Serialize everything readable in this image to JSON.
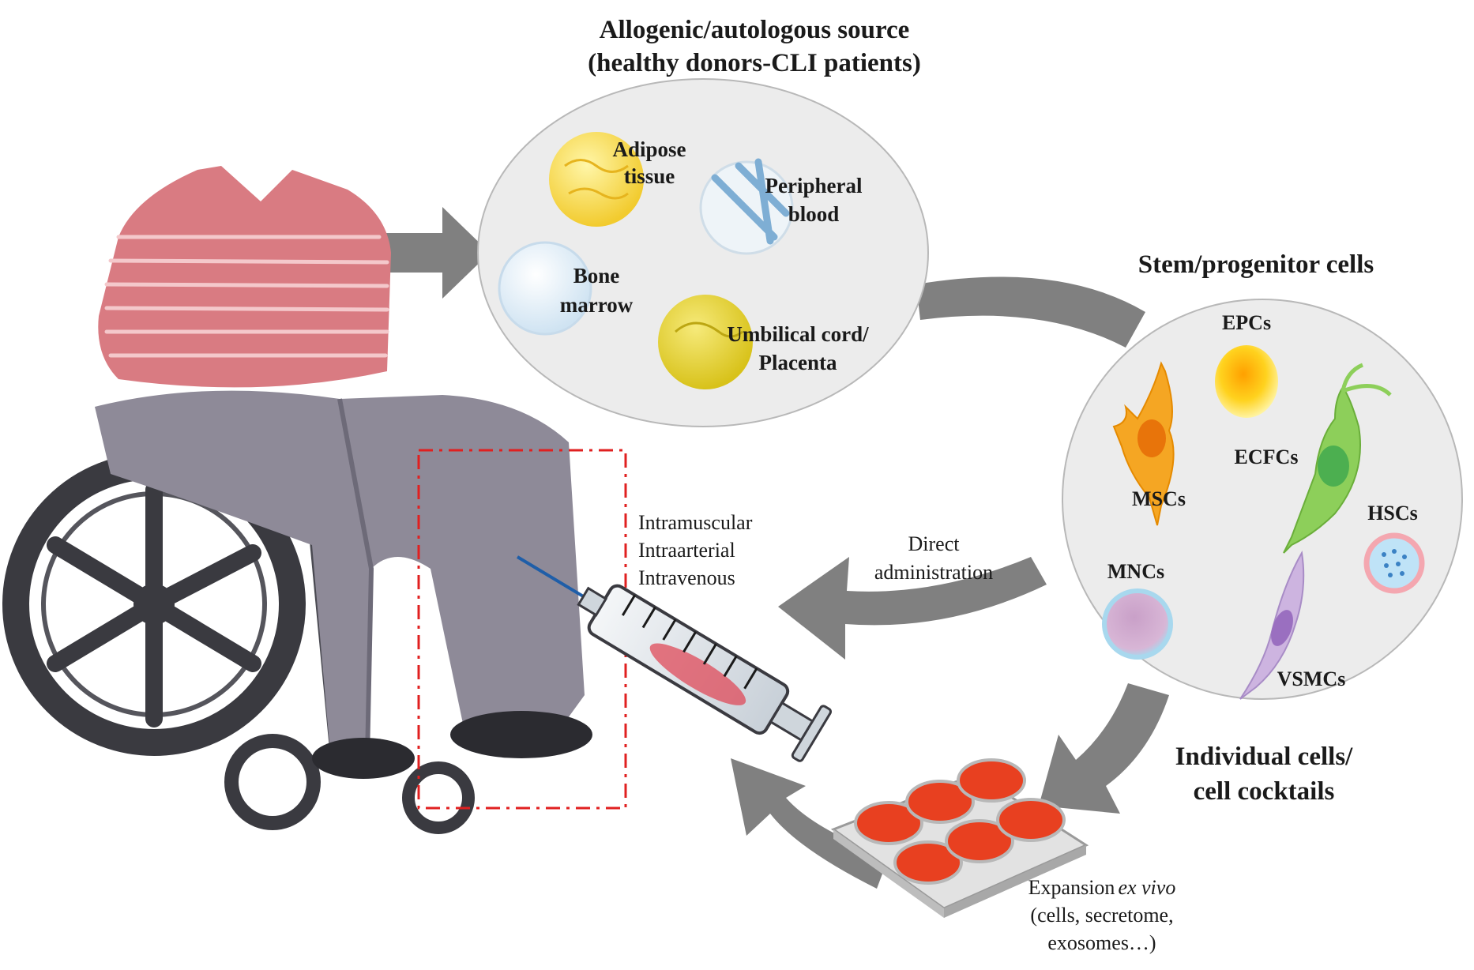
{
  "source": {
    "title_line1": "Allogenic/autologous source",
    "title_line2": "(healthy donors-CLI patients)",
    "tissues": {
      "adipose": {
        "line1": "Adipose",
        "line2": "tissue"
      },
      "peripheral": {
        "line1": "Peripheral",
        "line2": "blood"
      },
      "bone": {
        "line1": "Bone",
        "line2": "marrow"
      },
      "umbilical": {
        "line1": "Umbilical cord/",
        "line2": "Placenta"
      }
    }
  },
  "stem": {
    "title": "Stem/progenitor cells",
    "cells": {
      "epc": "EPCs",
      "msc": "MSCs",
      "ecfc": "ECFCs",
      "hsc": "HSCs",
      "mnc": "MNCs",
      "vsmc": "VSMCs"
    }
  },
  "routes": {
    "line1": "Intramuscular",
    "line2": "Intraarterial",
    "line3": "Intravenous"
  },
  "direct": {
    "line1": "Direct",
    "line2": "administration"
  },
  "individual": {
    "line1": "Individual cells/",
    "line2": "cell cocktails"
  },
  "expansion": {
    "prefix": "Expansion",
    "italic": "ex vivo",
    "line2": "(cells, secretome,",
    "line3": "exosomes…)"
  },
  "colors": {
    "arrow": "#808080",
    "ellipse_fill": "#ececec",
    "dashed_box": "#e02020",
    "shirt": "#d97b82",
    "pants": "#8e8a98",
    "wheel": "#3a3a40"
  }
}
